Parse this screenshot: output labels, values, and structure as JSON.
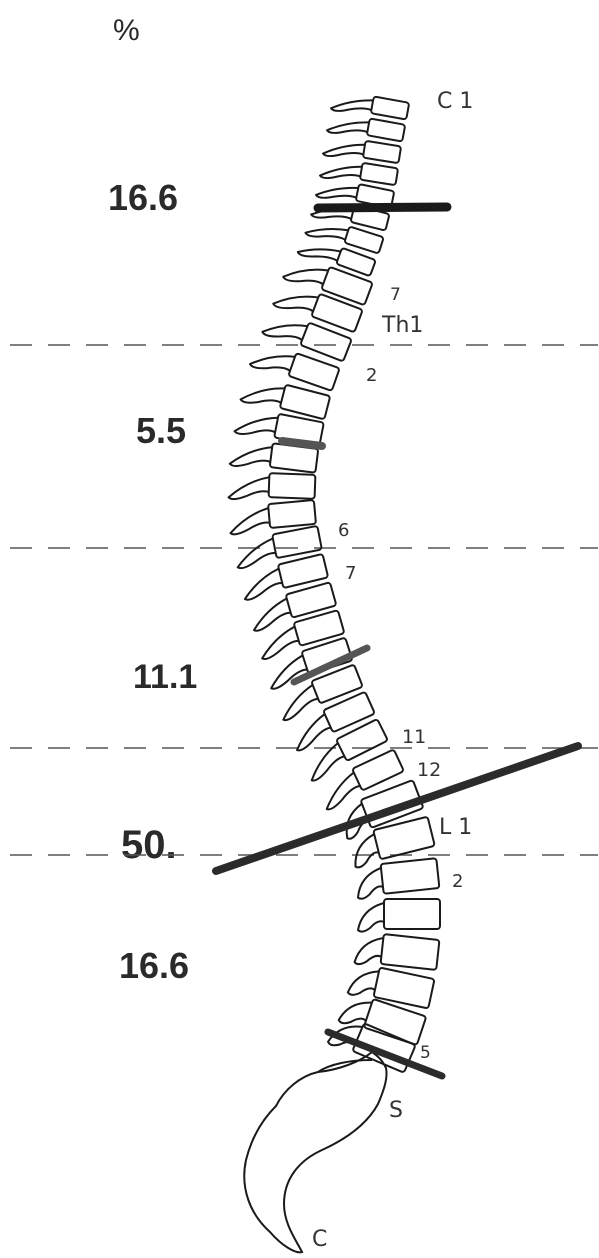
{
  "unit_label": "%",
  "percentages": [
    "16.6",
    "5.5",
    "11.1",
    "50.",
    "16.6"
  ],
  "vertebra_labels": {
    "c1": "C 1",
    "c7": "7",
    "th1": "Th1",
    "th2": "2",
    "th6": "6",
    "th7": "7",
    "th11": "11",
    "th12": "12",
    "l1": "L 1",
    "l2": "2",
    "l5": "5",
    "sacrum": "S",
    "coccyx": "C"
  },
  "colors": {
    "ink": "#1a1a1a",
    "pencil": "#444444",
    "dashes": "#555555"
  }
}
